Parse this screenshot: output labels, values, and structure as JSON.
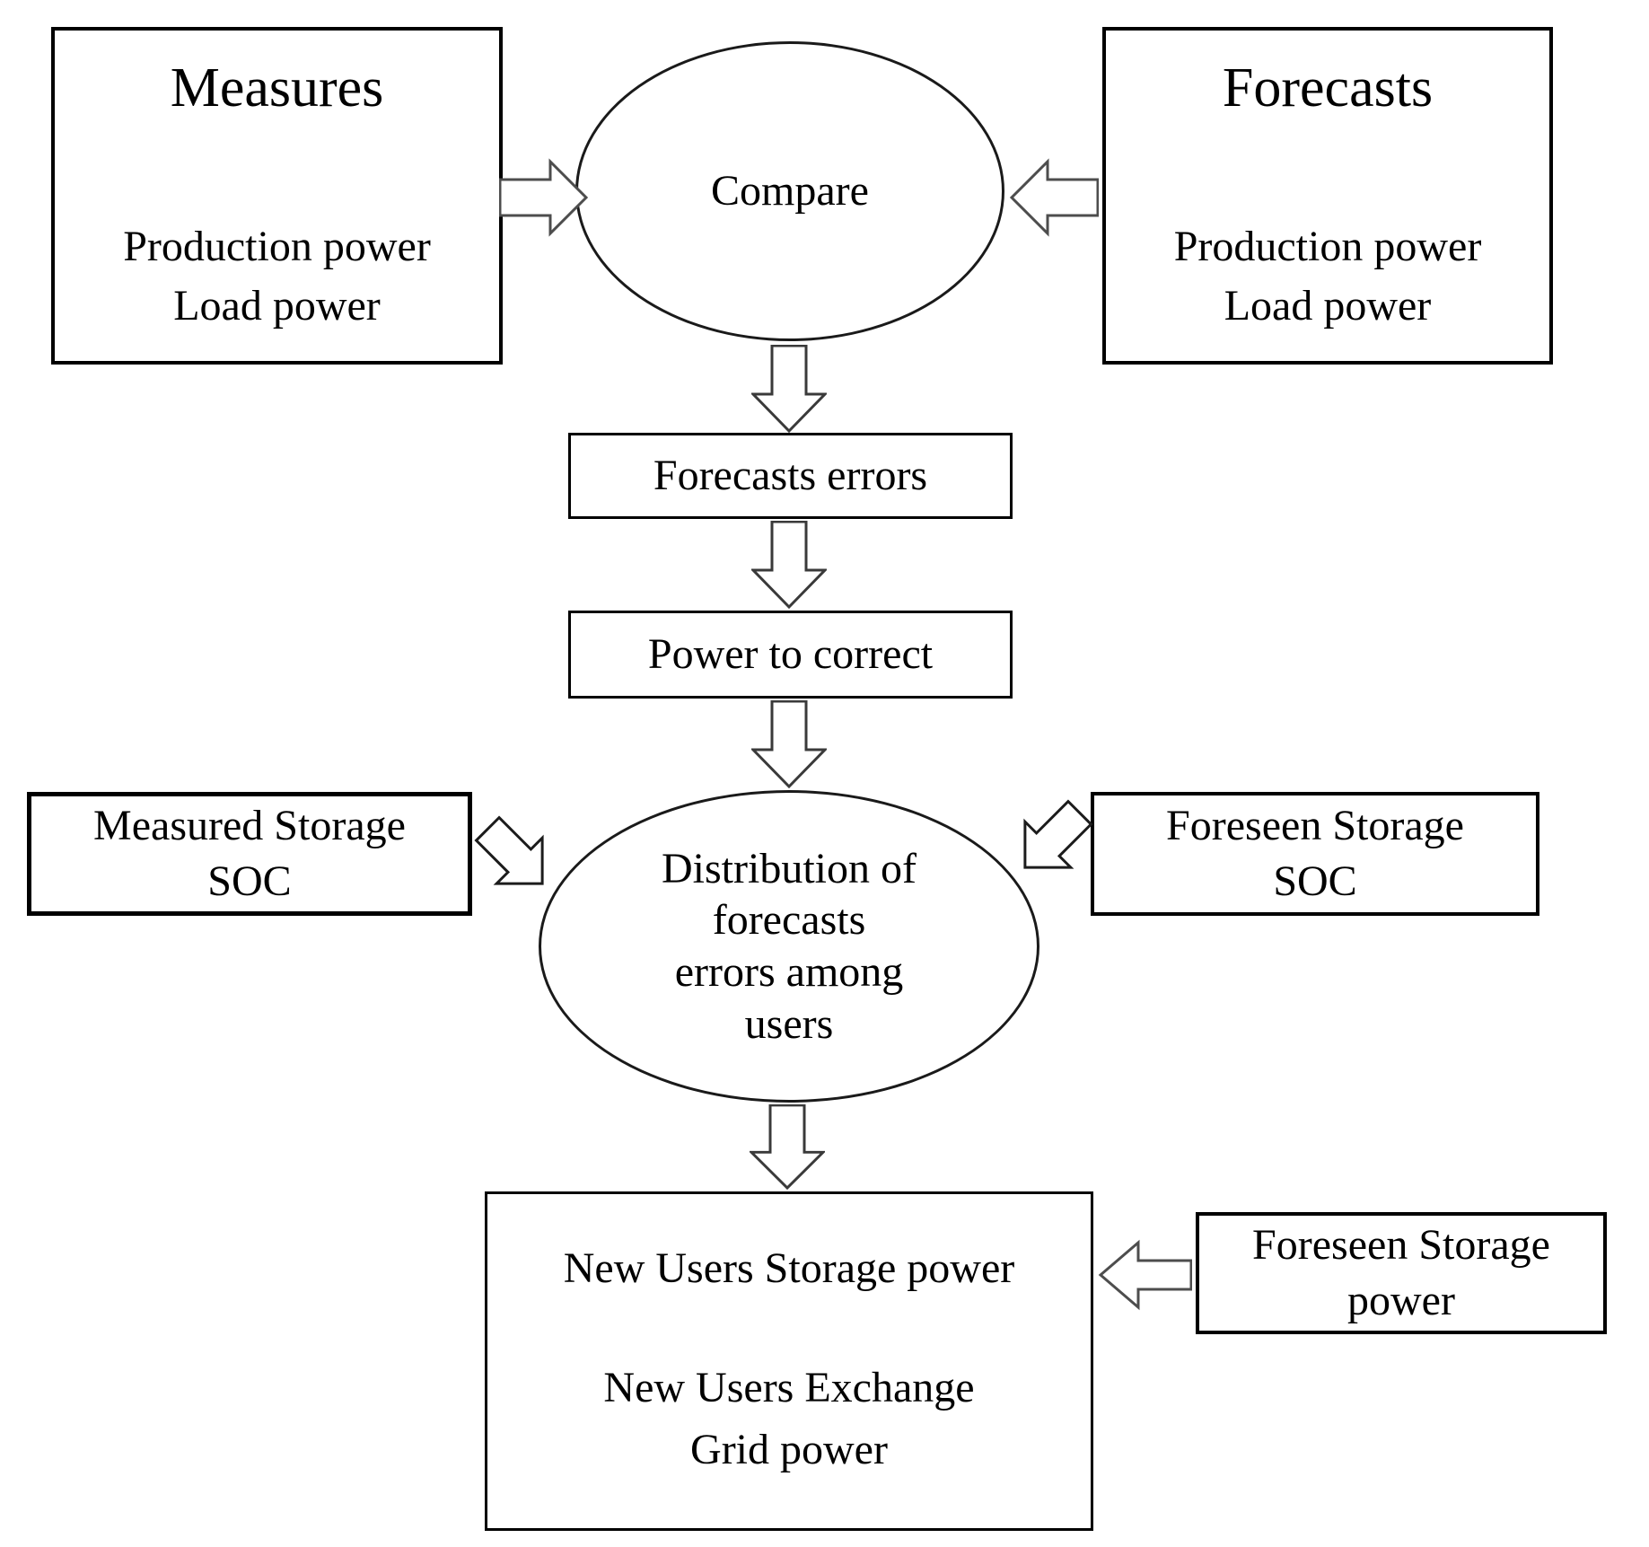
{
  "diagram": {
    "background": "#ffffff",
    "stroke_color": "#000000",
    "arrow_outline_color": "#4d4d4d",
    "nodes": {
      "measures": {
        "title": "Measures",
        "body": "Production power\nLoad power"
      },
      "forecasts": {
        "title": "Forecasts",
        "body": "Production power\nLoad power"
      },
      "compare": {
        "label": "Compare"
      },
      "forecasts_errors": {
        "label": "Forecasts errors"
      },
      "power_to_correct": {
        "label": "Power to correct"
      },
      "measured_storage_soc": {
        "label": "Measured Storage\nSOC"
      },
      "foreseen_storage_soc": {
        "label": "Foreseen Storage\nSOC"
      },
      "distribution": {
        "label": "Distribution of\nforecasts\nerrors among\nusers"
      },
      "new_users": {
        "storage_label": "New Users Storage power",
        "exchange_label": "New Users Exchange\nGrid power"
      },
      "foreseen_storage_power": {
        "label": "Foreseen Storage\npower"
      }
    },
    "arrows": [
      {
        "from": "measures",
        "to": "compare",
        "direction": "right"
      },
      {
        "from": "forecasts",
        "to": "compare",
        "direction": "left"
      },
      {
        "from": "compare",
        "to": "forecasts_errors",
        "direction": "down"
      },
      {
        "from": "forecasts_errors",
        "to": "power_to_correct",
        "direction": "down"
      },
      {
        "from": "power_to_correct",
        "to": "distribution",
        "direction": "down"
      },
      {
        "from": "measured_storage_soc",
        "to": "distribution",
        "direction": "down-right"
      },
      {
        "from": "foreseen_storage_soc",
        "to": "distribution",
        "direction": "down-left"
      },
      {
        "from": "distribution",
        "to": "new_users",
        "direction": "down"
      },
      {
        "from": "foreseen_storage_power",
        "to": "new_users",
        "direction": "left"
      }
    ]
  }
}
